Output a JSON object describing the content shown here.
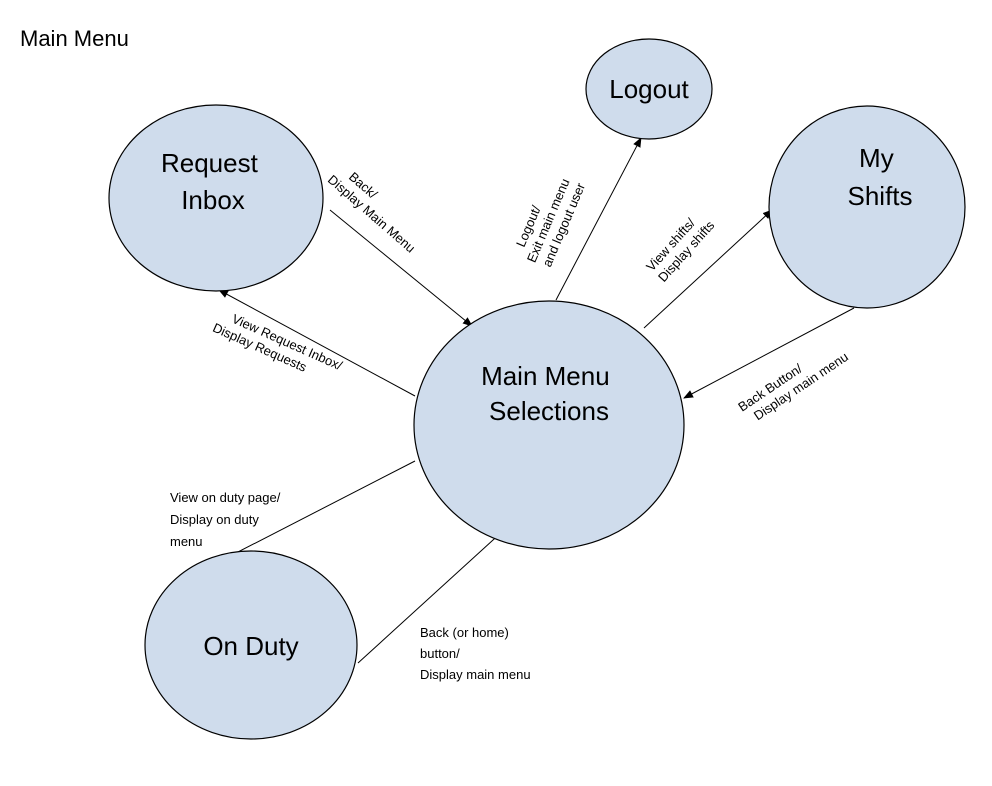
{
  "title": "Main Menu",
  "colors": {
    "node_fill": "#cfdcec",
    "stroke": "#000000",
    "background": "#ffffff"
  },
  "nodes": {
    "logout": {
      "lines": [
        "Logout"
      ]
    },
    "request_inbox": {
      "lines": [
        "Request",
        "Inbox"
      ]
    },
    "my_shifts": {
      "lines": [
        "My",
        "Shifts"
      ]
    },
    "main_menu_selections": {
      "lines": [
        "Main Menu",
        "Selections"
      ]
    },
    "on_duty": {
      "lines": [
        "On Duty"
      ]
    }
  },
  "edges": {
    "back_to_main_from_inbox": {
      "lines": [
        "Back/",
        "Display Main Menu"
      ]
    },
    "logout": {
      "lines": [
        "Logout/",
        "Exit main menu",
        "and logout user"
      ]
    },
    "view_shifts": {
      "lines": [
        "View shifts/",
        "Display shifts"
      ]
    },
    "view_request_inbox": {
      "lines": [
        "View Request Inbox/",
        "Display Requests"
      ]
    },
    "back_from_shifts": {
      "lines": [
        "Back Button/",
        "Display main menu"
      ]
    },
    "view_on_duty": {
      "lines": [
        "View on duty page/",
        "Display on duty",
        "menu"
      ]
    },
    "back_from_on_duty": {
      "lines": [
        "Back (or home)",
        "button/",
        "Display main menu"
      ]
    }
  }
}
